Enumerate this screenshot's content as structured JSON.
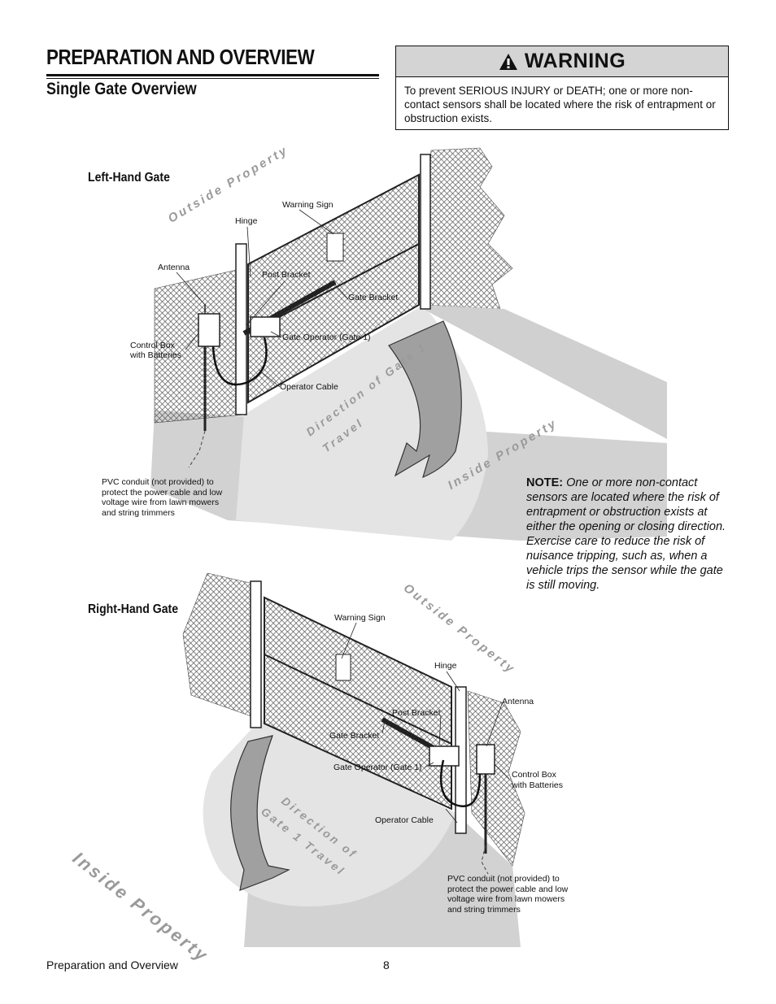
{
  "header": {
    "title": "PREPARATION AND OVERVIEW",
    "subtitle": "Single Gate Overview"
  },
  "warning": {
    "heading": "WARNING",
    "text": "To prevent SERIOUS INJURY or DEATH; one or more non-contact sensors shall be located where the risk of entrapment or obstruction exists."
  },
  "left_gate": {
    "label": "Left-Hand Gate",
    "outside_property": "Outside Property",
    "inside_property": "Inside Property",
    "direction_line1": "Direction of Gate 1",
    "direction_line2": "Travel",
    "callouts": {
      "warning_sign": "Warning Sign",
      "hinge": "Hinge",
      "antenna": "Antenna",
      "post_bracket": "Post Bracket",
      "gate_bracket": "Gate Bracket",
      "gate_operator": "Gate Operator (Gate 1)",
      "control_box_line1": "Control Box",
      "control_box_line2": "with Batteries",
      "operator_cable": "Operator Cable",
      "pvc_conduit": "PVC conduit (not provided) to protect the power cable and low voltage wire from lawn mowers and string trimmers"
    }
  },
  "note": {
    "label": "NOTE:",
    "text": "One or more non-contact sensors are located where the risk of entrapment or obstruction exists at either the opening or closing direction. Exercise care to reduce the risk of nuisance tripping, such as, when a vehicle trips the sensor while the gate is still moving."
  },
  "right_gate": {
    "label": "Right-Hand Gate",
    "outside_property": "Outside Property",
    "inside_property": "Inside Property",
    "direction_line1": "Direction of",
    "direction_line2": "Gate 1 Travel",
    "callouts": {
      "warning_sign": "Warning Sign",
      "hinge": "Hinge",
      "antenna": "Antenna",
      "post_bracket": "Post Bracket",
      "gate_bracket": "Gate Bracket",
      "gate_operator": "Gate Operator (Gate 1)",
      "control_box_line1": "Control Box",
      "control_box_line2": "with Batteries",
      "operator_cable": "Operator Cable",
      "pvc_conduit": "PVC conduit (not provided) to protect the power cable and low voltage wire from lawn mowers and string trimmers"
    }
  },
  "footer": {
    "section": "Preparation and Overview",
    "page": "8"
  },
  "colors": {
    "ground": "#d2d2d2",
    "swing_area": "#e4e4e4",
    "arrow": "#a0a0a0",
    "warning_header": "#d4d4d4"
  }
}
